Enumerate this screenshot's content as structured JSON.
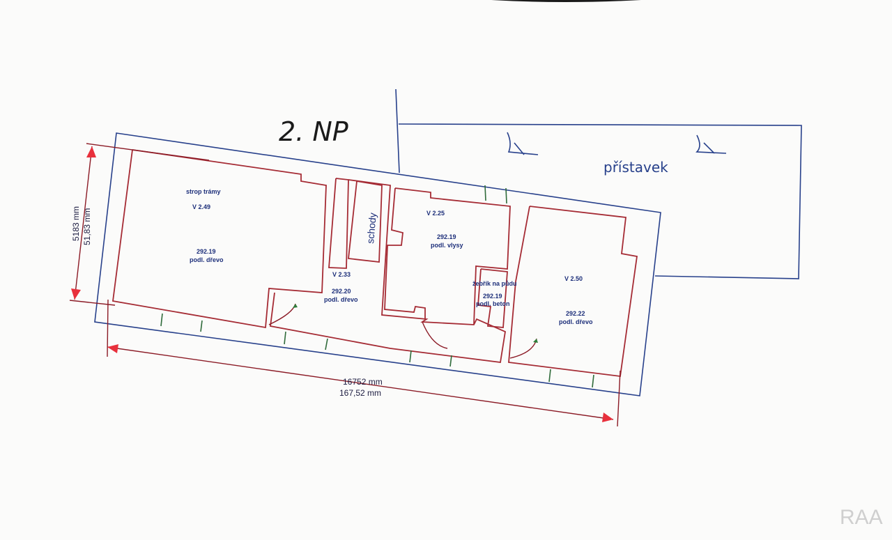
{
  "floor_title": "2. NP",
  "annex_label": "přístavek",
  "stairs_label": "schody",
  "rooms": [
    {
      "ceiling": "strop trámy",
      "height": "V 2.49",
      "level": "292.19",
      "floor": "podl. dřevo"
    },
    {
      "height": "V 2.33",
      "level": "292.20",
      "floor": "podl. dřevo"
    },
    {
      "height": "V 2.25",
      "level": "292.19",
      "floor": "podl. vlysy"
    },
    {
      "name": "žebřík na půdu",
      "level": "292.19",
      "floor": "podl. beton"
    },
    {
      "height": "V 2.50",
      "level": "292.22",
      "floor": "podl. dřevo"
    }
  ],
  "dimensions": {
    "width_mm": "16752 mm",
    "width_cm": "167,52 mm",
    "depth_mm": "5183 mm",
    "depth_cm": "51,83 mm"
  },
  "watermark": "RAA",
  "colors": {
    "outline": "#27408b",
    "walls": "#a52b34",
    "windows": "#2f6b3a",
    "dimension_arrows": "#e8303c"
  }
}
